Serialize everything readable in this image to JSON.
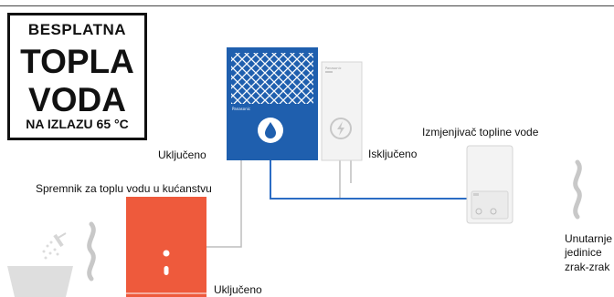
{
  "badge": {
    "line1": "BESPLATNA",
    "line2": "TOPLA",
    "line3": "VODA",
    "line4": "NA IZLAZU 65 °C"
  },
  "labels": {
    "heat_pump_status": "Uključeno",
    "aux_unit_status": "Isključeno",
    "heat_exchanger": "Izmjenjivač topline vode",
    "tank": "Spremnik za toplu vodu u kućanstvu",
    "tank_status": "Uključeno",
    "indoor_line1": "Unutarnje",
    "indoor_line2": "jedinice",
    "indoor_line3": "zrak-zrak"
  },
  "brand": {
    "heat_pump_logo": "Panasonic",
    "aux_unit_logo": "Panasonic"
  },
  "colors": {
    "heat_pump_blue": "#1f5fae",
    "water_line_blue": "#2b6cc4",
    "tank_red": "#ee5a3c",
    "grey_line": "#bdbdbd",
    "unit_body": "#f3f3f3"
  },
  "icons": [
    "water-drop-icon",
    "lightning-icon",
    "shower-icon",
    "bathtub-icon",
    "air-wave-icon"
  ]
}
